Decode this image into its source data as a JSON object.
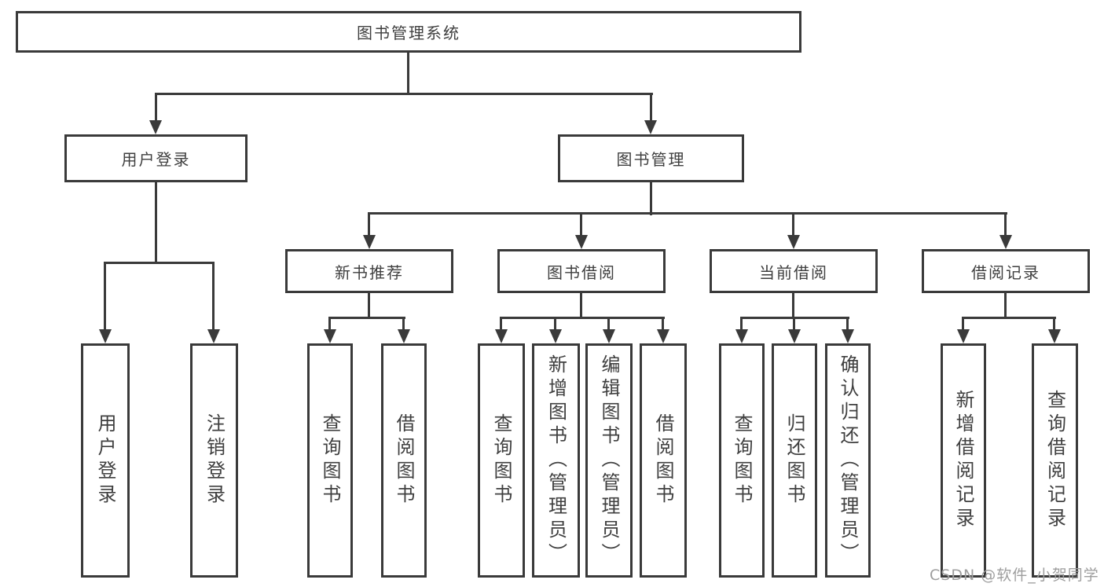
{
  "diagram": {
    "root": {
      "label": "图书管理系统"
    },
    "level2": [
      {
        "id": "user-login",
        "label": "用户登录"
      },
      {
        "id": "book-management",
        "label": "图书管理"
      }
    ],
    "level3": [
      {
        "id": "new-book-recommend",
        "label": "新书推荐"
      },
      {
        "id": "book-borrow",
        "label": "图书借阅"
      },
      {
        "id": "current-borrow",
        "label": "当前借阅"
      },
      {
        "id": "borrow-records",
        "label": "借阅记录"
      }
    ],
    "leaves": {
      "user_login": [
        "用户登录",
        "注销登录"
      ],
      "new_book_recommend": [
        "查询图书",
        "借阅图书"
      ],
      "book_borrow": [
        "查询图书",
        "新增图书（管理员）",
        "编辑图书（管理员）",
        "借阅图书"
      ],
      "current_borrow": [
        "查询图书",
        "归还图书",
        "确认归还（管理员）"
      ],
      "borrow_records": [
        "新增借阅记录",
        "查询借阅记录"
      ]
    }
  },
  "watermark": {
    "text": "CSDN @软件_小贺同学"
  },
  "colors": {
    "line": "#3a3a3a",
    "text": "#3f3f3f",
    "watermark": "#9e9e9e",
    "background": "#ffffff"
  }
}
